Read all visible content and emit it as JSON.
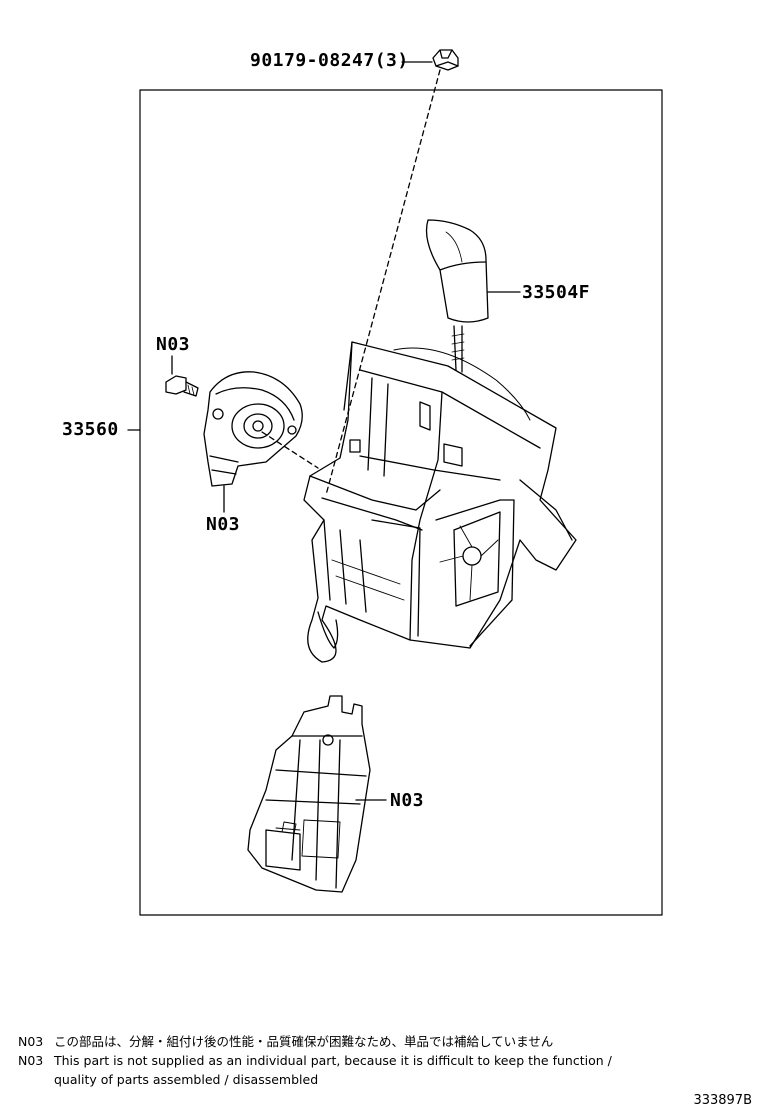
{
  "diagram": {
    "labels": {
      "bolt_part": "90179-08247(3)",
      "knob_part": "33504F",
      "assembly_part": "33560",
      "screw_code": "N03",
      "sensor_code": "N03",
      "lower_unit_code": "N03"
    }
  },
  "notes": [
    {
      "code": "N03",
      "text": "この部品は、分解・組付け後の性能・品質確保が困難なため、単品では補給していません"
    },
    {
      "code": "N03",
      "text": "This part is not supplied as an individual part, because it is difficult to keep the function /"
    },
    {
      "code": "",
      "text": "quality of parts assembled / disassembled"
    }
  ],
  "footer": {
    "doc_id": "333897B"
  }
}
